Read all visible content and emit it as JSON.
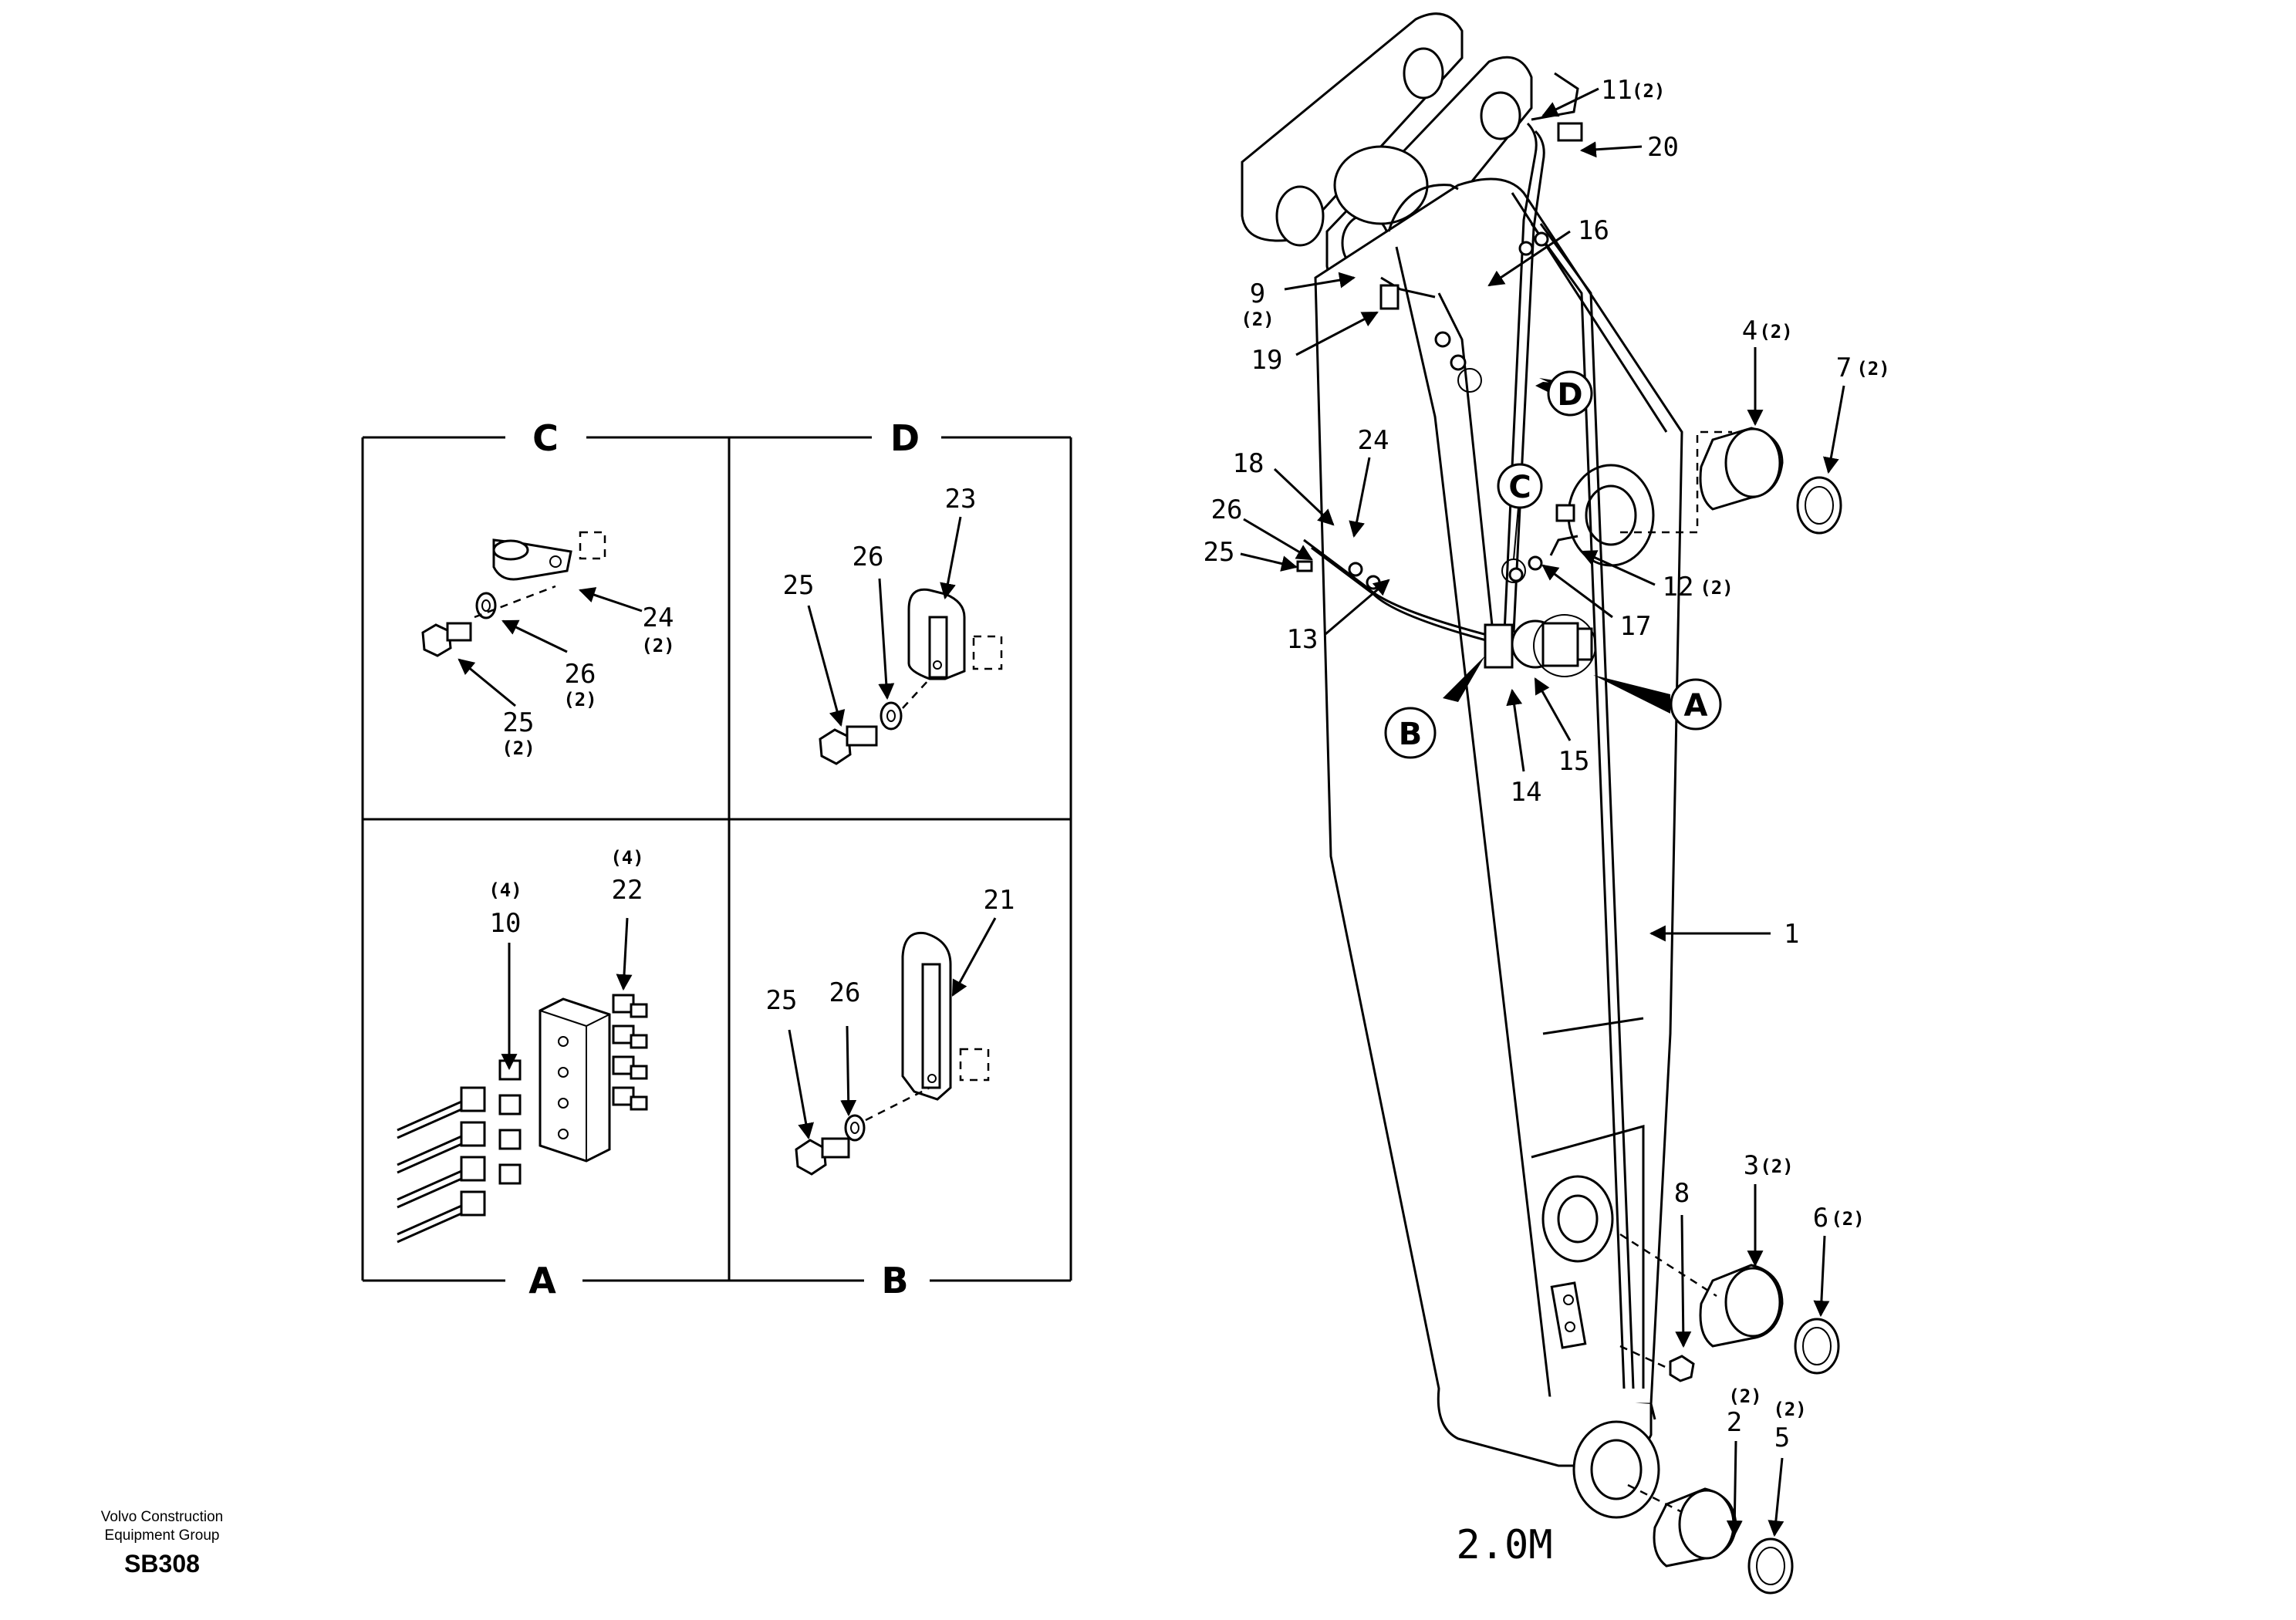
{
  "footer": {
    "company_line1": "Volvo Construction",
    "company_line2": "Equipment Group",
    "code": "SB308"
  },
  "model_label": "2.0M",
  "detail_panels": {
    "C": "C",
    "D": "D",
    "A": "A",
    "B": "B"
  },
  "callouts": {
    "A": "A",
    "B": "B",
    "C": "C",
    "D": "D"
  },
  "panel_labels": {
    "c_24": "24",
    "c_24_qty": "(2)",
    "c_26": "26",
    "c_26_qty": "(2)",
    "c_25": "25",
    "c_25_qty": "(2)",
    "d_23": "23",
    "d_26": "26",
    "d_25": "25",
    "a_10": "10",
    "a_10_qty": "(4)",
    "a_22": "22",
    "a_22_qty": "(4)",
    "b_21": "21",
    "b_25": "25",
    "b_26": "26"
  },
  "main_labels": {
    "p11": "11",
    "p11_qty": "(2)",
    "p20": "20",
    "p16": "16",
    "p9": "9",
    "p9_qty": "(2)",
    "p19": "19",
    "p4": "4",
    "p4_qty": "(2)",
    "p7": "7",
    "p7_qty": "(2)",
    "p18": "18",
    "p24": "24",
    "p26": "26",
    "p25": "25",
    "p13": "13",
    "p12": "12",
    "p12_qty": "(2)",
    "p17": "17",
    "p15": "15",
    "p14": "14",
    "p1": "1",
    "p8": "8",
    "p3": "3",
    "p3_qty": "(2)",
    "p6": "6",
    "p6_qty": "(2)",
    "p2": "2",
    "p2_qty": "(2)",
    "p5": "5",
    "p5_qty": "(2)"
  }
}
